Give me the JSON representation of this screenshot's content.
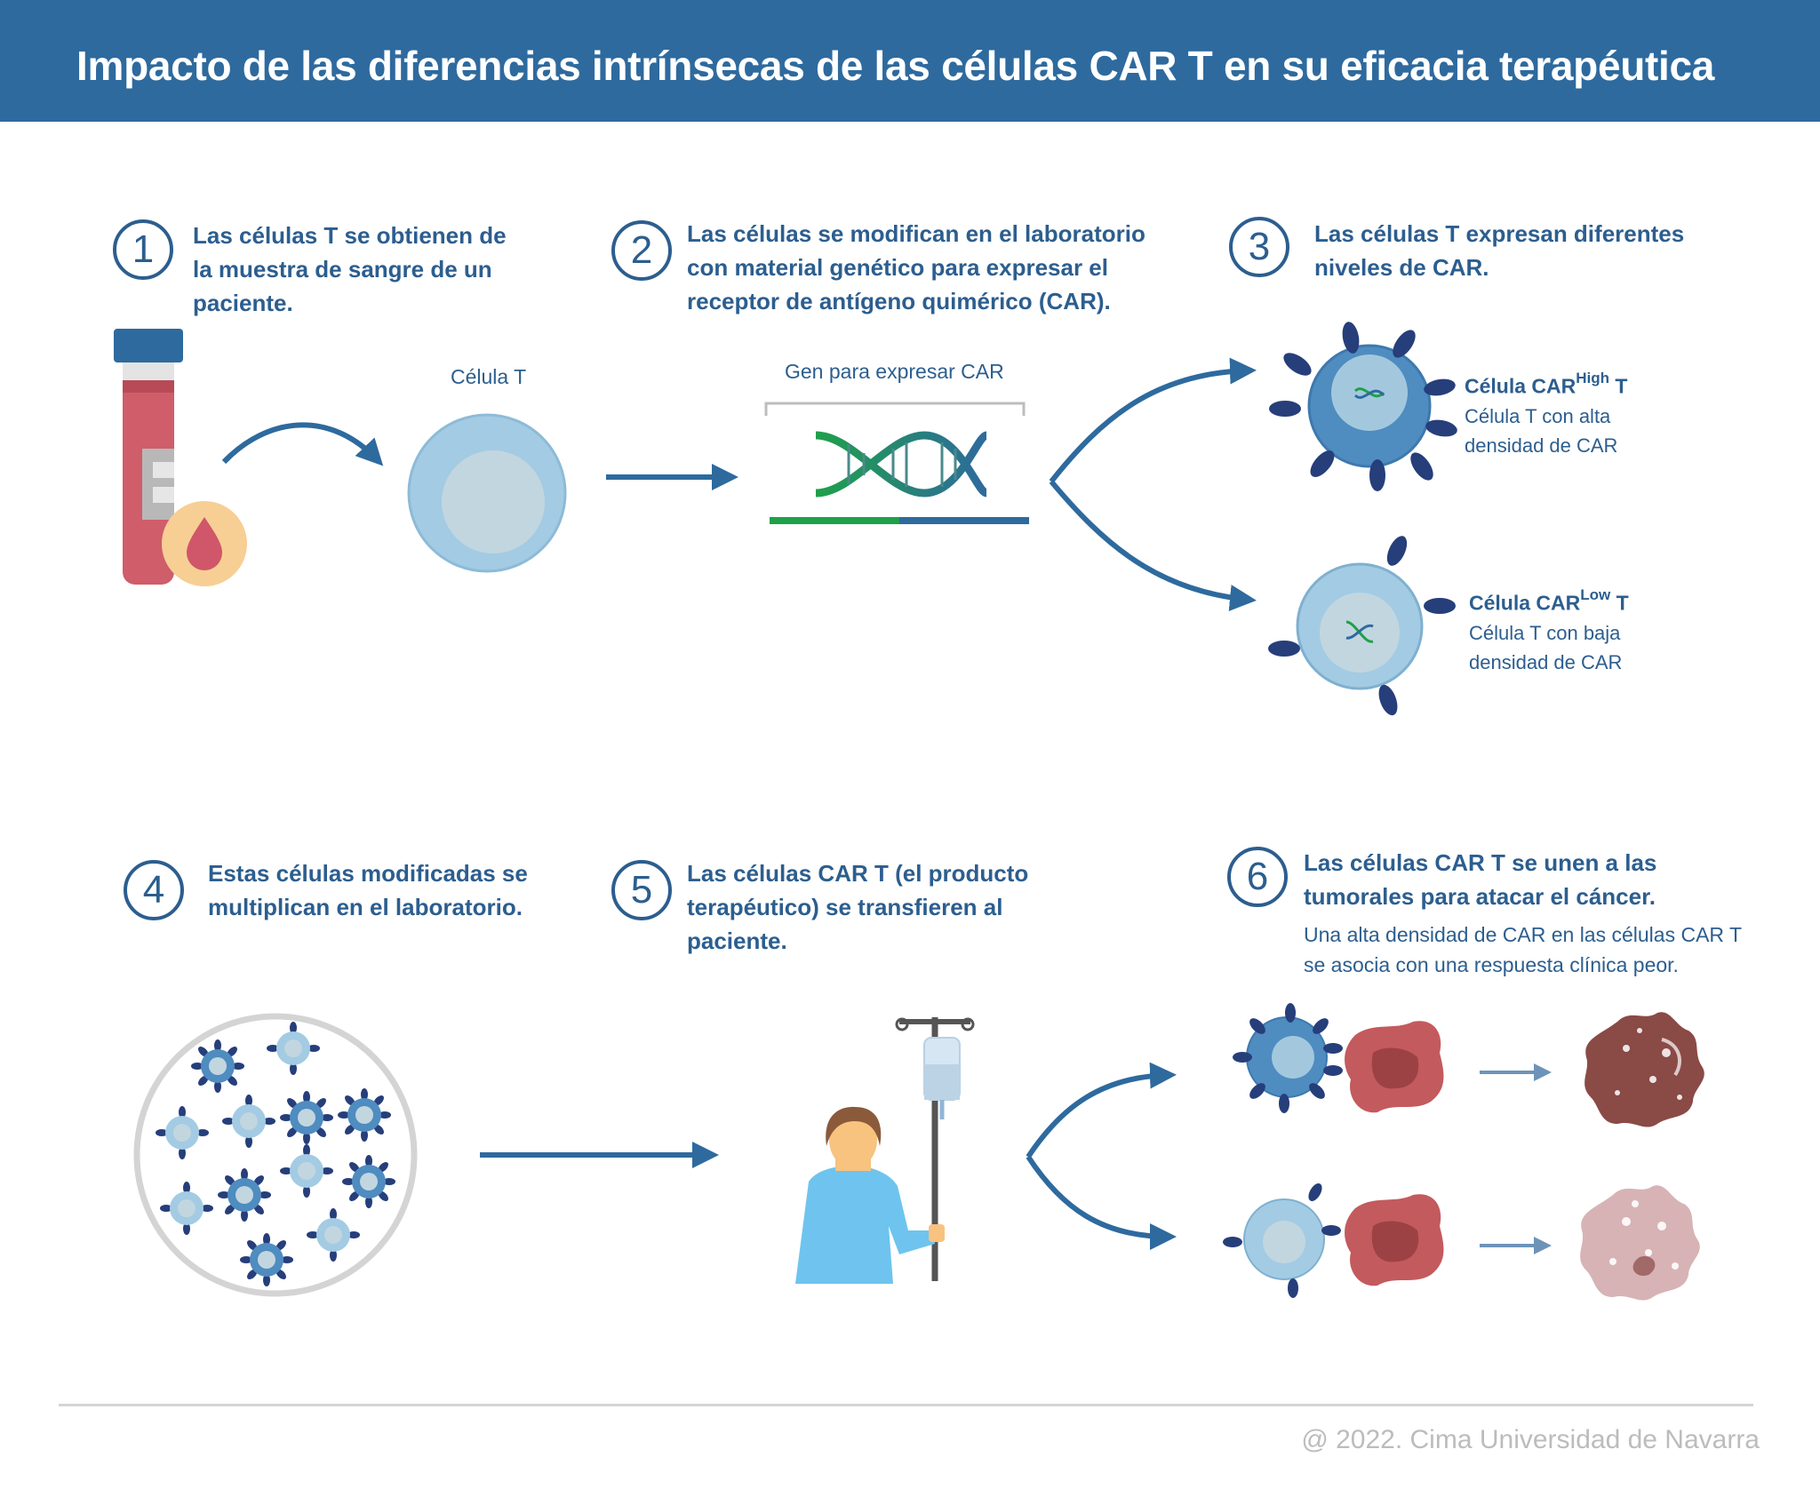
{
  "title": "Impacto de las diferencias intrínsecas de las células CAR T en su eficacia terapéutica",
  "steps": [
    {
      "num": "1",
      "text": "Las células T se obtienen de la muestra de sangre de un paciente."
    },
    {
      "num": "2",
      "text": "Las células se modifican en el laboratorio con material genético para expresar el receptor de antígeno quimérico (CAR)."
    },
    {
      "num": "3",
      "text": "Las células T expresan diferentes niveles de CAR."
    },
    {
      "num": "4",
      "text": "Estas células modificadas se multiplican en el laboratorio."
    },
    {
      "num": "5",
      "text": "Las células CAR T (el producto terapéutico) se transfieren al paciente."
    },
    {
      "num": "6",
      "text": "Las células CAR T se unen a las tumorales para atacar el cáncer.",
      "note": "Una alta densidad de CAR en las células CAR T se asocia con una respuesta clínica peor."
    }
  ],
  "labels": {
    "t_cell": "Célula T",
    "gene": "Gen para expresar CAR"
  },
  "car_high": {
    "name": "Célula CAR",
    "sup": "High",
    "suffix": " T",
    "desc": "Célula T con alta densidad de CAR"
  },
  "car_low": {
    "name": "Célula CAR",
    "sup": "Low",
    "suffix": " T",
    "desc": "Célula T con baja densidad de CAR"
  },
  "copyright": "@ 2022. Cima Universidad de Navarra",
  "colors": {
    "header": "#2e6a9e",
    "text": "#2c5e8f",
    "arrow": "#2e6a9e",
    "dna_green": "#1fa04a",
    "tumor": "#c35a5e",
    "dead_tumor": "#8a4a46"
  },
  "icons": [
    "blood-tube-icon",
    "blood-drop-icon",
    "dna-icon",
    "petri-dish-icon",
    "patient-icon",
    "iv-drip-icon"
  ]
}
